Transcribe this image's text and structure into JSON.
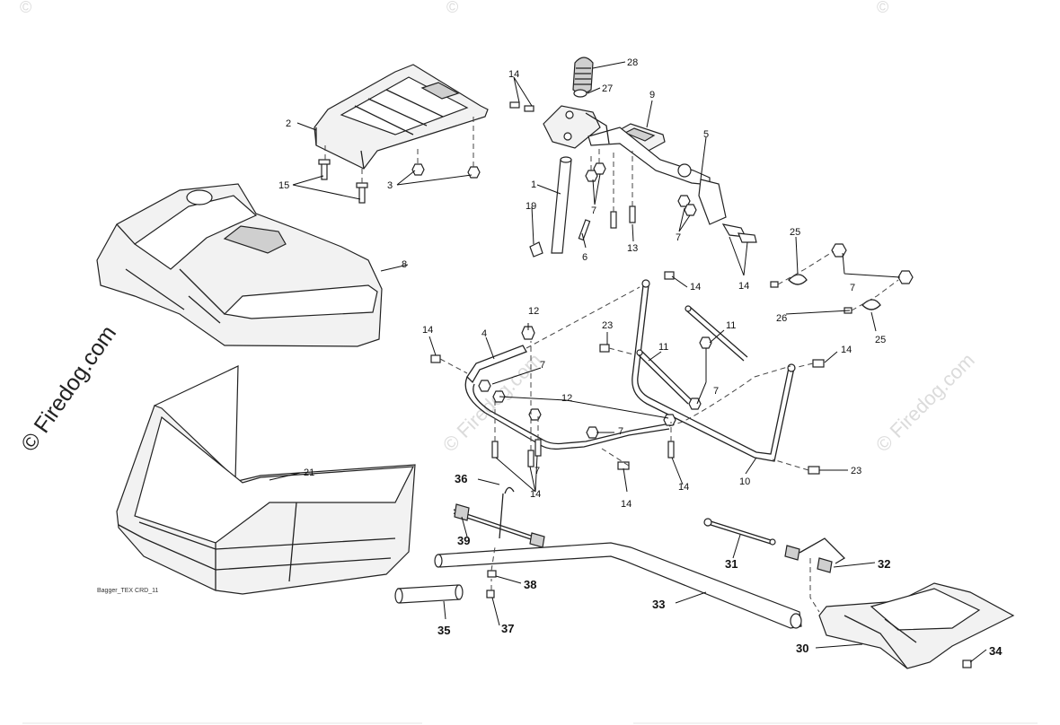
{
  "diagram": {
    "drawing_code": "Bagger_TEX CRD_11",
    "watermark_text": "© Firedog.com",
    "watermark_symbol": "©",
    "callouts": {
      "c1": "1",
      "c2": "2",
      "c3": "3",
      "c4": "4",
      "c5": "5",
      "c6": "6",
      "c7a": "7",
      "c7b": "7",
      "c7c": "7",
      "c7d": "7",
      "c7e": "7",
      "c7f": "7",
      "c7g": "7",
      "c8": "8",
      "c9": "9",
      "c10": "10",
      "c11a": "11",
      "c11b": "11",
      "c12a": "12",
      "c12b": "12",
      "c13": "13",
      "c14a": "14",
      "c14b": "14",
      "c14c": "14",
      "c14d": "14",
      "c14e": "14",
      "c14f": "14",
      "c14g": "14",
      "c14h": "14",
      "c15": "15",
      "c19": "19",
      "c21": "21",
      "c23a": "23",
      "c23b": "23",
      "c25a": "25",
      "c25b": "25",
      "c26": "26",
      "c27": "27",
      "c28": "28",
      "c30": "30",
      "c31": "31",
      "c32": "32",
      "c33": "33",
      "c34": "34",
      "c35": "35",
      "c36": "36",
      "c37": "37",
      "c38": "38",
      "c39": "39"
    }
  }
}
